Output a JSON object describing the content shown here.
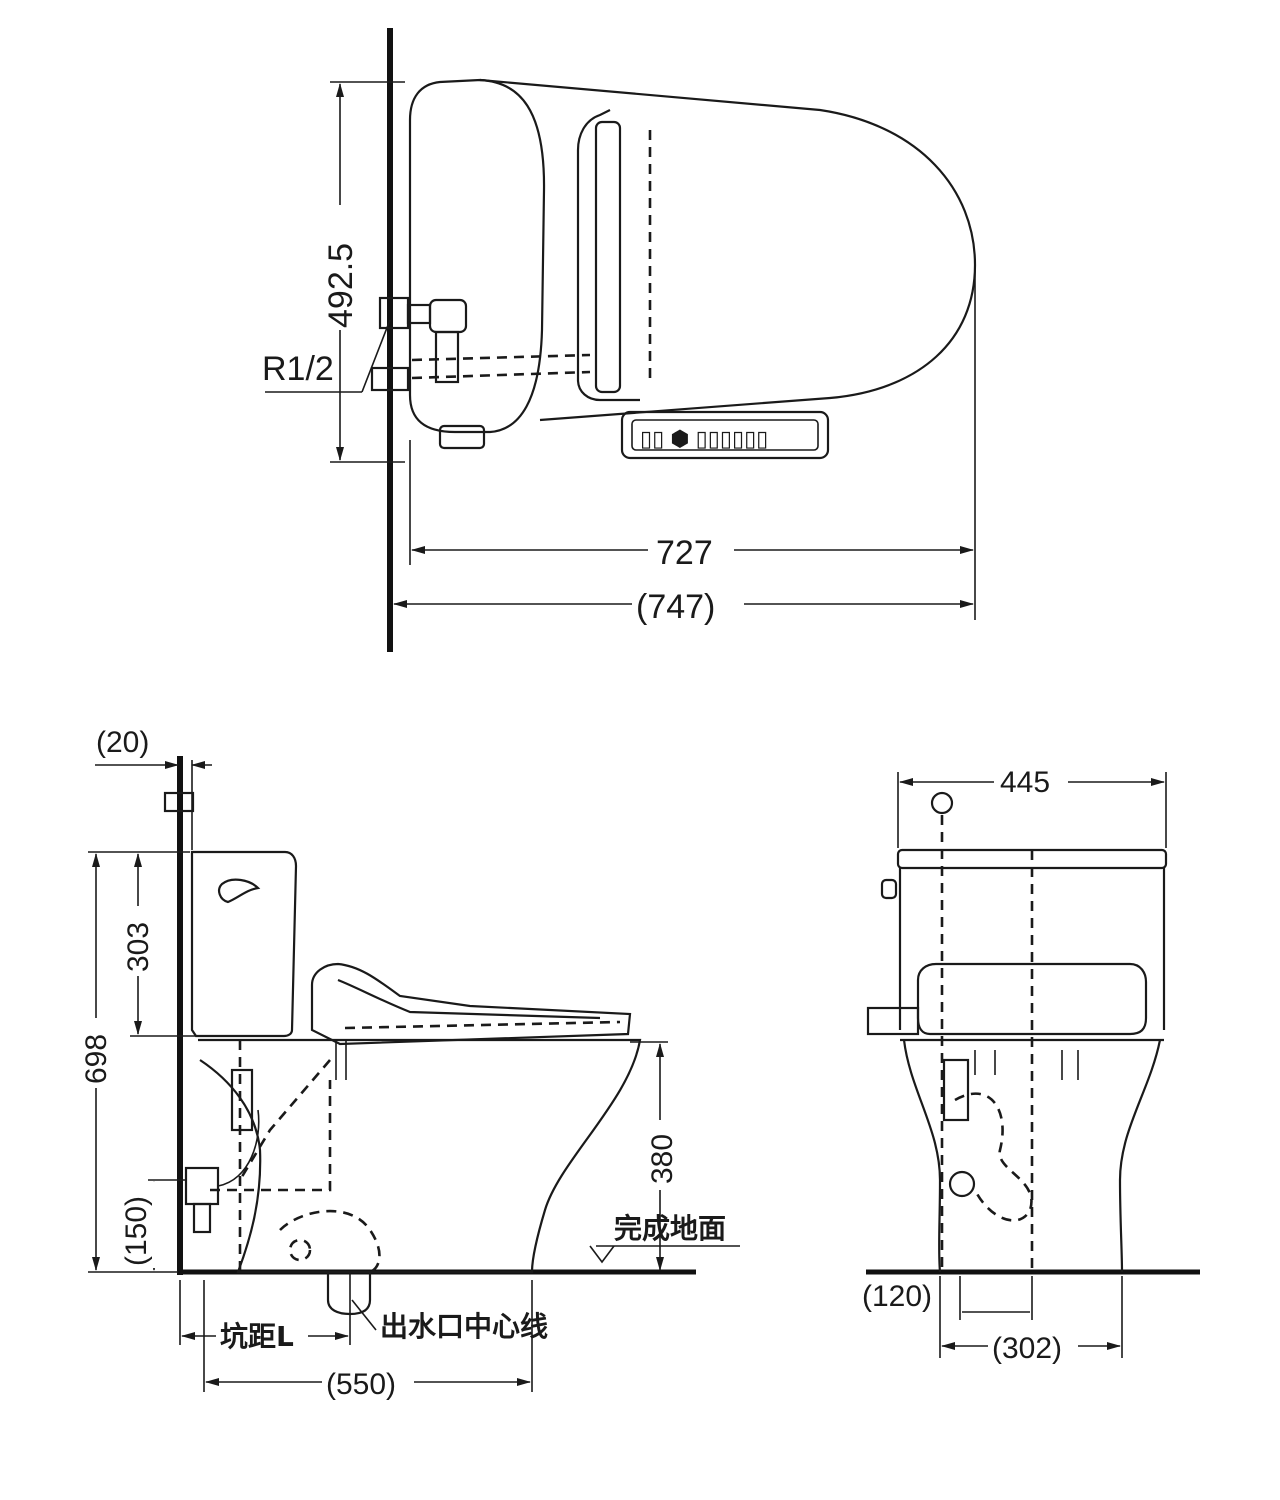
{
  "top_view": {
    "width_dim": "727",
    "overall_dim": "(747)",
    "depth_dim": "492.5",
    "inlet_label": "R1/2"
  },
  "side_view": {
    "wall_offset_dim": "(20)",
    "total_height_dim": "698",
    "tank_height_dim": "303",
    "seat_height_dim": "380",
    "inlet_height_dim": "(150)",
    "floor_label": "完成地面",
    "rough_in_label": "坑距L",
    "outlet_label": "出水口中心线",
    "length_dim": "(550)"
  },
  "front_view": {
    "width_dim": "445",
    "base_offset_dim": "(120)",
    "base_width_dim": "(302)"
  }
}
